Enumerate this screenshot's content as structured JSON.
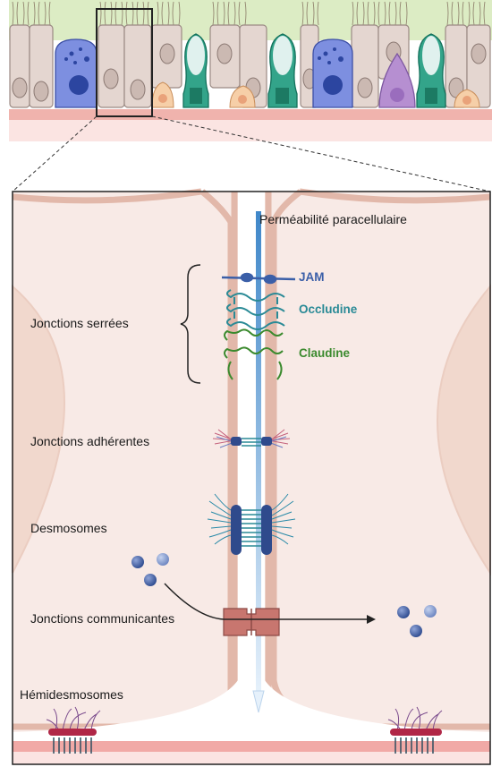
{
  "labels": {
    "permeability": "Perméabilité paracellulaire",
    "tight_junctions": "Jonctions serrées",
    "adherens_junctions": "Jonctions adhérentes",
    "desmosomes": "Desmosomes",
    "gap_junctions": "Jonctions communicantes",
    "hemidesmosomes": "Hémidesmosomes"
  },
  "proteins": {
    "jam": "JAM",
    "occludin": "Occludine",
    "claudin": "Claudine"
  },
  "colors": {
    "cell_fill": "#f8eae6",
    "membrane": "#e2b8aa",
    "basement": "#f1a9a6",
    "jam": "#3b5fa8",
    "occludin": "#2a8a96",
    "claudin": "#3b8a2e",
    "gap_channel": "#c8766f",
    "arrow": "#5b9bd5"
  }
}
